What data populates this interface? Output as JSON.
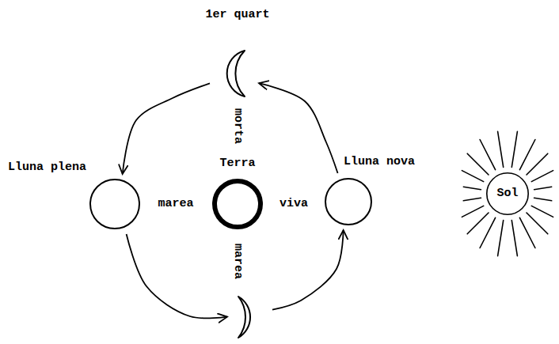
{
  "diagram": {
    "nodes": [
      {
        "text": [
          "1er quart"
        ]
      },
      {
        "text": [
          "Lluna plena"
        ]
      },
      {
        "text": [
          "Terra"
        ]
      },
      {
        "text": [
          "Lluna nova"
        ]
      },
      {
        "text": [
          "Sol"
        ]
      },
      {
        "text": []
      }
    ],
    "edges": [
      {
        "from": 3,
        "to": 0,
        "arrow": "to"
      },
      {
        "from": 0,
        "to": 1,
        "arrow": "to"
      },
      {
        "from": 1,
        "to": 5,
        "arrow": "to"
      },
      {
        "from": 5,
        "to": 3,
        "arrow": "to"
      }
    ],
    "labels": [
      "morta",
      "marea",
      "viva",
      "marea"
    ]
  }
}
